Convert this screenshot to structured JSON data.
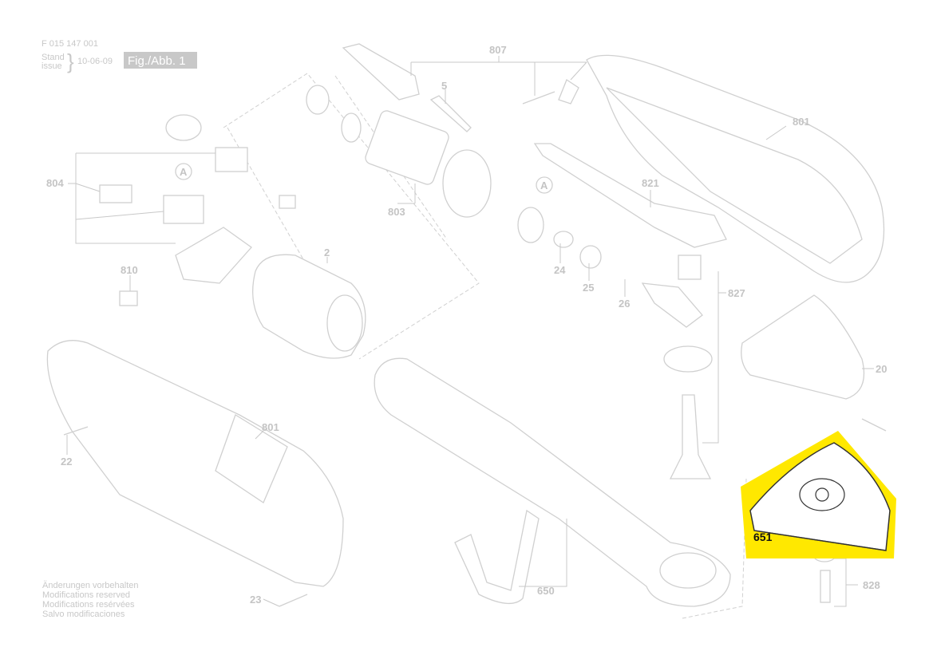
{
  "header": {
    "doc_number": "F 015 147 001",
    "stand": "Stand",
    "issue": "issue",
    "date": "10-06-09",
    "figure": "Fig./Abb. 1"
  },
  "footer_notes": [
    "Änderungen vorbehalten",
    "Modifications reserved",
    "Modifications resérvées",
    "Salvo modificaciones"
  ],
  "callouts": {
    "p807": "807",
    "p5": "5",
    "p801a": "801",
    "p804": "804",
    "p803": "803",
    "p821": "821",
    "p2": "2",
    "p810": "810",
    "p24": "24",
    "p25": "25",
    "p26": "26",
    "p827": "827",
    "p20": "20",
    "p801b": "801",
    "p22": "22",
    "p651": "651",
    "p650": "650",
    "p23": "23",
    "p828": "828",
    "refA1": "A",
    "refA2": "A"
  },
  "highlight": {
    "part": "651",
    "color": "#ffe800"
  }
}
